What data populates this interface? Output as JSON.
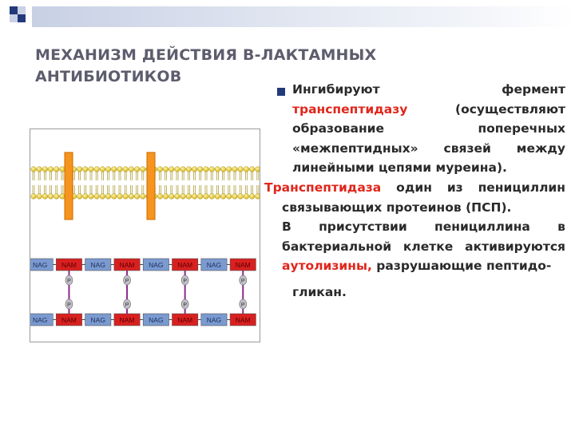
{
  "title_line1": "МЕХАНИЗМ ДЕЙСТВИЯ В-ЛАКТАМНЫХ",
  "title_line2": "АНТИБИОТИКОВ",
  "bullet": {
    "p1_a": "Ингибируют фермент",
    "p1_red": "транспептидазу",
    "p1_b": "(осуществляют образование поперечных «межпептидных» связей между линейными цепями муреина)."
  },
  "p2_red": "Транспептидаза",
  "p2_b": "один из пенициллин связывающих протеинов (ПСП).",
  "p3_a": "В присутствии пенициллина в бактериальной клетке активируются",
  "p3_red": "аутолизины,",
  "p3_b": "разрушающие пептидо-",
  "p3_c": "гликан.",
  "diagram": {
    "top_row": [
      "NAG",
      "NAM",
      "NAG",
      "NAM",
      "NAG",
      "NAM",
      "NAG",
      "NAM"
    ],
    "bottom_row": [
      "NAG",
      "NAM",
      "NAG",
      "NAM",
      "NAG",
      "NAM",
      "NAG",
      "NAM"
    ],
    "peptide_label": "P",
    "colors": {
      "nag": "#7a9ad0",
      "nam": "#d92020",
      "protein": "#f7941d",
      "link": "#8a2a8a",
      "lipid": "#f3e04a"
    }
  }
}
